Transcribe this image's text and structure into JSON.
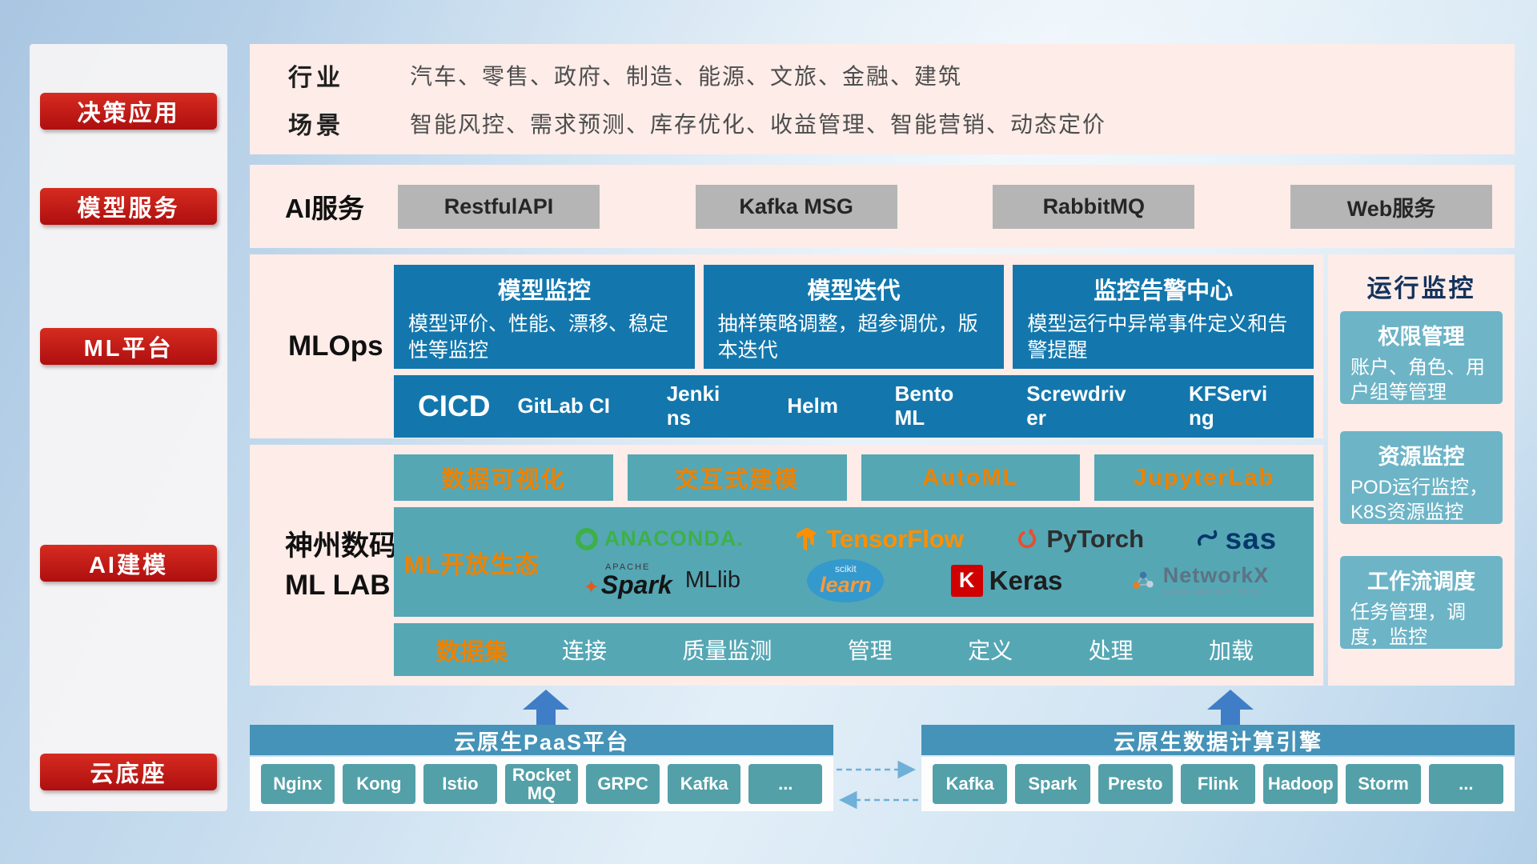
{
  "sidebar": {
    "items": [
      {
        "label": "决策应用"
      },
      {
        "label": "模型服务"
      },
      {
        "label": "ML平台"
      },
      {
        "label": "AI建模"
      },
      {
        "label": "云底座"
      }
    ]
  },
  "apps": {
    "rows": [
      {
        "label": "行业",
        "value": "汽车、零售、政府、制造、能源、文旅、金融、建筑"
      },
      {
        "label": "场景",
        "value": "智能风控、需求预测、库存优化、收益管理、智能营销、动态定价"
      }
    ]
  },
  "service": {
    "label": "AI服务",
    "buttons": [
      "RestfulAPI",
      "Kafka MSG",
      "RabbitMQ",
      "Web服务"
    ]
  },
  "mlops": {
    "label": "MLOps",
    "cards": [
      {
        "title": "模型监控",
        "desc": "模型评价、性能、漂移、稳定性等监控"
      },
      {
        "title": "模型迭代",
        "desc": "抽样策略调整，超参调优，版本迭代"
      },
      {
        "title": "监控告警中心",
        "desc": "模型运行中异常事件定义和告警提醒"
      }
    ],
    "cicd_label": "CICD",
    "cicd_items": [
      "GitLab CI",
      "Jenkins",
      "Helm",
      "BentoML",
      "Screwdriver",
      "KFServing"
    ]
  },
  "monitor": {
    "title": "运行监控",
    "cards": [
      {
        "title": "权限管理",
        "desc": "账户、角色、用户组等管理"
      },
      {
        "title": "资源监控",
        "desc": "POD运行监控，K8S资源监控"
      },
      {
        "title": "工作流调度",
        "desc": "任务管理，调度，监控"
      }
    ]
  },
  "mllab": {
    "label_line1": "神州数码",
    "label_line2": "ML LAB",
    "tools": [
      "数据可视化",
      "交互式建模",
      "AutoML",
      "JupyterLab"
    ],
    "eco_label": "ML开放生态",
    "logos": {
      "anaconda": "ANACONDA.",
      "tensorflow": "TensorFlow",
      "pytorch": "PyTorch",
      "sas": "sas",
      "apache": "APACHE",
      "spark": "Spark",
      "mllib": "MLlib",
      "scikit": "scikit",
      "learn": "learn",
      "keras_k": "K",
      "keras": "Keras",
      "networkx": "NetworkX",
      "networkx_tag": "Network Analysis in Python"
    },
    "dataset_label": "数据集",
    "dataset_items": [
      "连接",
      "质量监测",
      "管理",
      "定义",
      "处理",
      "加载"
    ]
  },
  "cloud": {
    "paas_title": "云原生PaaS平台",
    "paas_items": [
      "Nginx",
      "Kong",
      "Istio",
      "RocketMQ",
      "GRPC",
      "Kafka",
      "..."
    ],
    "engine_title": "云原生数据计算引擎",
    "engine_items": [
      "Kafka",
      "Spark",
      "Presto",
      "Flink",
      "Hadoop",
      "Storm",
      "..."
    ]
  },
  "colors": {
    "red_badge": "#c11616",
    "panel_pink": "#fdece8",
    "deep_blue": "#1377ad",
    "teal": "#55a7b4",
    "teal_light": "#6db4c7",
    "orange": "#ee8200",
    "gray_button": "#b5b5b5",
    "bar_blue": "#4593b8",
    "chip_teal": "#53a0a8",
    "arrow_blue": "#3f7ec6"
  }
}
